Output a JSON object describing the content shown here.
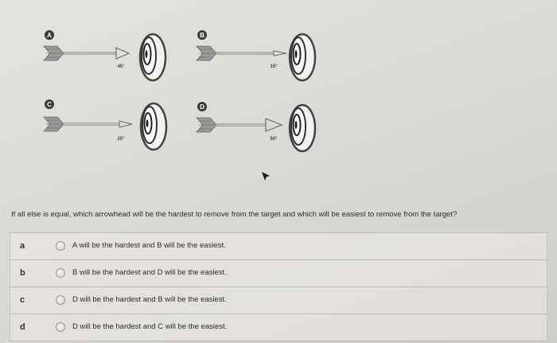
{
  "figure": {
    "panels": [
      {
        "label": "A",
        "angle": "45°"
      },
      {
        "label": "B",
        "angle": "15°"
      },
      {
        "label": "C",
        "angle": "25°"
      },
      {
        "label": "D",
        "angle": "50°"
      }
    ]
  },
  "question": {
    "text": "If all else is equal, which arrowhead will be the hardest to remove from the target and which will be easiest to remove from the target?"
  },
  "choices": [
    {
      "letter": "a",
      "text": "A will be the hardest and B will be the easiest."
    },
    {
      "letter": "b",
      "text": "B will be the hardest and D will be the easiest."
    },
    {
      "letter": "c",
      "text": "D will be the hardest and B will be the easiest."
    },
    {
      "letter": "d",
      "text": "D will be the hardest and C will be the easiest."
    }
  ]
}
